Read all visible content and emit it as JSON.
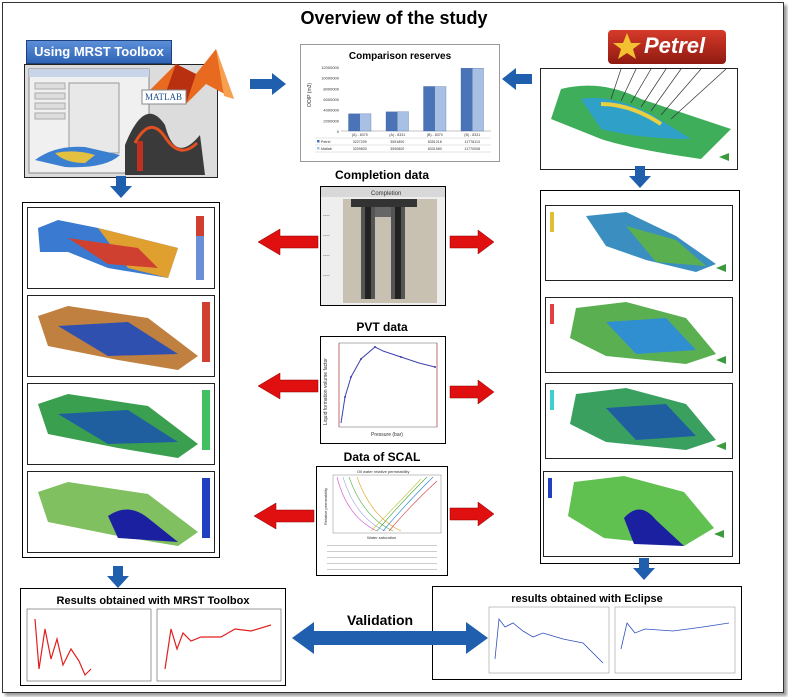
{
  "title": "Overview of the study",
  "mrst": {
    "tag": "Using  MRST Toolbox",
    "matlab_label": "MATLAB"
  },
  "petrel": {
    "logo": "Petrel"
  },
  "comparison": {
    "title": "Comparison reserves",
    "ylabel": "OOIP (m3)",
    "chart_data": {
      "type": "bar",
      "title": "Comparison reserves",
      "ylabel": "OOIP (m3)",
      "ylim": [
        0,
        12000000
      ],
      "y_ticks": [
        "12000000",
        "10000000",
        "8000000",
        "6000000",
        "4000000",
        "2000000",
        "0"
      ],
      "categories": [
        "(A) - 8370",
        "(A) - 8331",
        "(B) - 8370",
        "(B) - 8331"
      ],
      "series": [
        {
          "name": "Petrel",
          "values": [
            3227299,
            3591800,
            8351218,
            11778113
          ],
          "labels": [
            "3227299",
            "3591800",
            "8351218",
            "11778113"
          ]
        },
        {
          "name": "Matlab",
          "values": [
            3209830,
            3590800,
            8331980,
            11770008
          ],
          "labels": [
            "3209830",
            "3590800",
            "8331980",
            "11770008"
          ]
        }
      ]
    }
  },
  "completion": {
    "title": "Completion data",
    "window_label": "Completion"
  },
  "pvt": {
    "title": "PVT data",
    "xlabel": "Pressure (bar)",
    "ylabel": "Liquid formation volume factor"
  },
  "scal": {
    "title": "Data of  SCAL",
    "plot_title": "Oil water relative permeability",
    "xlabel": "Water saturation",
    "ylabel": "Relative permeability"
  },
  "results_mrst": {
    "title": "Results obtained with MRST Toolbox"
  },
  "results_eclipse": {
    "title": "results obtained with Eclipse"
  },
  "validation": {
    "label": "Validation"
  },
  "colors": {
    "arrow_blue": "#1f5fae",
    "arrow_red": "#e01010",
    "bar_petrel": "#4b73b8",
    "bar_matlab": "#a8c0e4"
  }
}
